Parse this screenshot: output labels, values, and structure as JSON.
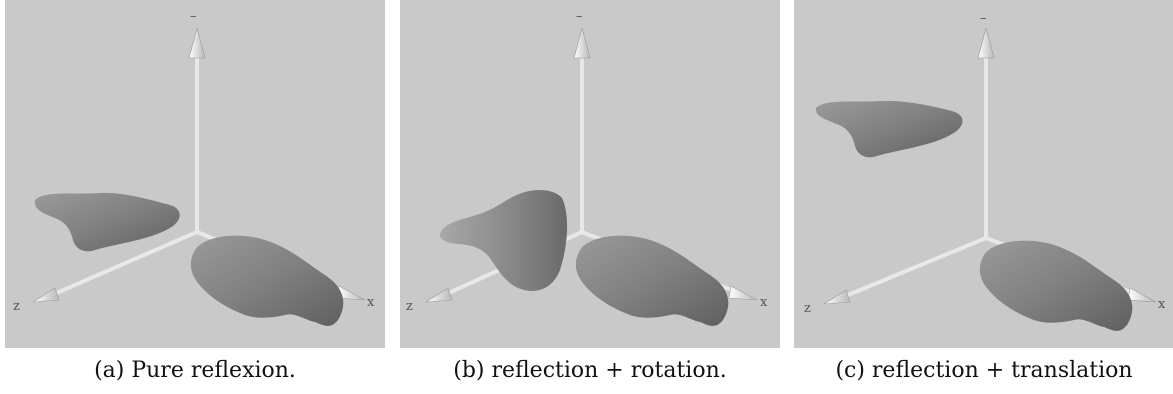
{
  "figure": {
    "panels": [
      {
        "id": "a",
        "caption": "(a) Pure reflexion.",
        "axis_labels": {
          "up": "–",
          "left": "z",
          "right": "x"
        }
      },
      {
        "id": "b",
        "caption": "(b) reflection + rotation.",
        "axis_labels": {
          "up": "–",
          "left": "z",
          "right": "x"
        }
      },
      {
        "id": "c",
        "caption": "(c) reflection + translation",
        "axis_labels": {
          "up": "–",
          "left": "z",
          "right": "x"
        }
      }
    ],
    "colors": {
      "background": "#c9c9c9",
      "shape": "#7f7f7f",
      "axis": "#f0f0f0"
    }
  }
}
